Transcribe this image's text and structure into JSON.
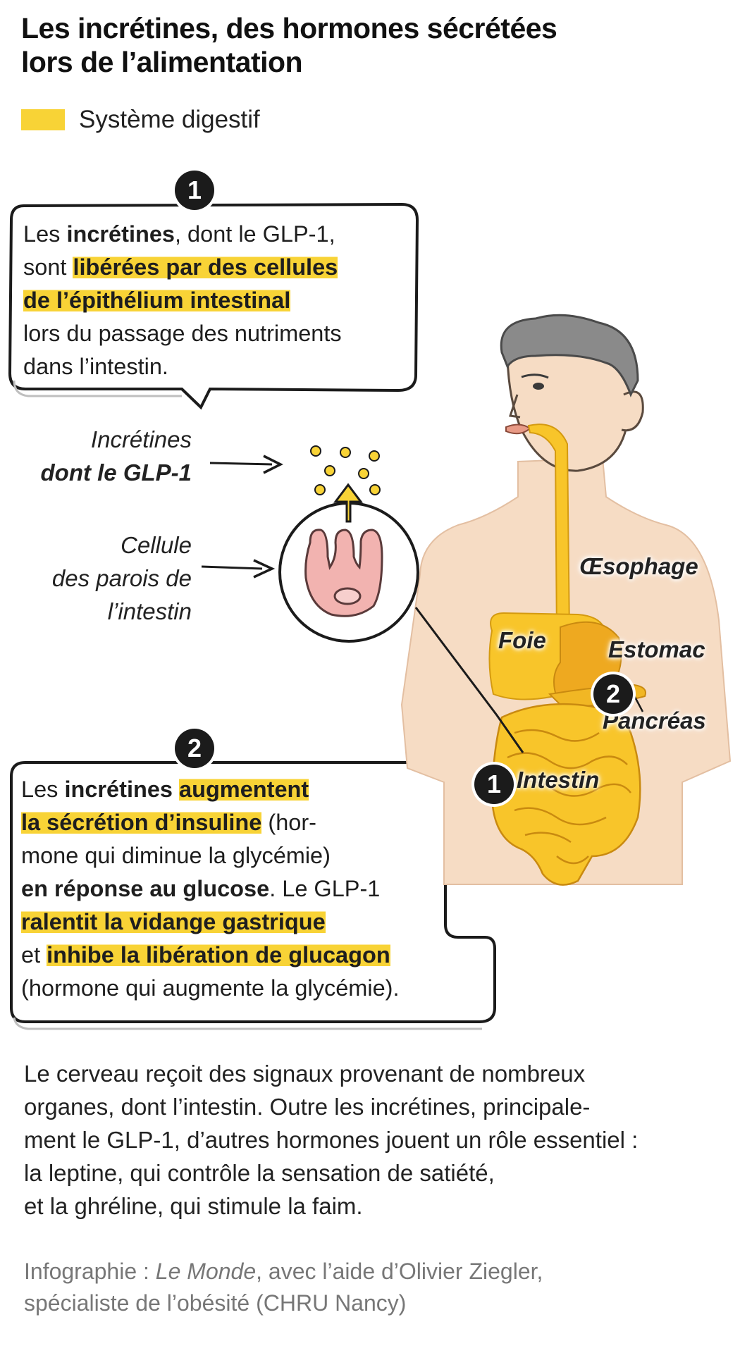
{
  "title_lines": [
    "Les incrétines, des hormones sécrétées",
    "lors de l’alimentation"
  ],
  "legend": {
    "label": "Système digestif",
    "color": "#f8d336"
  },
  "colors": {
    "digestive": "#f8d336",
    "skin": "#f6dcc4",
    "cell": "#f2b3b0",
    "hair": "#8a8a8a",
    "dark": "#1b1b1b"
  },
  "step1": {
    "badge": "1",
    "lines": [
      [
        {
          "t": "Les ",
          "b": false,
          "h": false
        },
        {
          "t": "incrétines",
          "b": true,
          "h": false
        },
        {
          "t": ", dont le GLP-1,",
          "b": false,
          "h": false
        }
      ],
      [
        {
          "t": "sont ",
          "b": false,
          "h": false
        },
        {
          "t": "libérées par des cellules",
          "b": true,
          "h": true
        }
      ],
      [
        {
          "t": "de l’épithélium intestinal",
          "b": true,
          "h": true
        }
      ],
      [
        {
          "t": "lors du passage des nutriments",
          "b": false,
          "h": false
        }
      ],
      [
        {
          "t": "dans l’intestin.",
          "b": false,
          "h": false
        }
      ]
    ]
  },
  "step2": {
    "badge": "2",
    "lines": [
      [
        {
          "t": "Les ",
          "b": false,
          "h": false
        },
        {
          "t": "incrétines",
          "b": true,
          "h": false
        },
        {
          "t": " ",
          "b": false,
          "h": false
        },
        {
          "t": "augmentent",
          "b": true,
          "h": true
        }
      ],
      [
        {
          "t": "la sécrétion d’insuline",
          "b": true,
          "h": true
        },
        {
          "t": " (hor-",
          "b": false,
          "h": false
        }
      ],
      [
        {
          "t": "mone qui diminue la glycémie)",
          "b": false,
          "h": false
        }
      ],
      [
        {
          "t": "en réponse au glucose",
          "b": true,
          "h": false
        },
        {
          "t": ". Le GLP-1",
          "b": false,
          "h": false
        }
      ],
      [
        {
          "t": "ralentit la vidange gastrique",
          "b": true,
          "h": true
        }
      ],
      [
        {
          "t": "et ",
          "b": false,
          "h": false
        },
        {
          "t": "inhibe la libération de glucagon",
          "b": true,
          "h": true
        }
      ],
      [
        {
          "t": "(hormone qui augmente la glycémie).",
          "b": false,
          "h": false
        }
      ]
    ]
  },
  "labels": {
    "incretines_line1": "Incrétines",
    "incretines_line2": "dont le GLP-1",
    "cellule": [
      "Cellule",
      "des parois de",
      "l’intestin"
    ]
  },
  "organs": {
    "oesophage": "Œsophage",
    "foie": "Foie",
    "estomac": "Estomac",
    "pancreas": "Pancréas",
    "intestin": "Intestin",
    "badge_pancreas": "2",
    "badge_intestin": "1"
  },
  "paragraph": [
    "Le cerveau reçoit des signaux provenant de nombreux",
    "organes, dont l’intestin. Outre les incrétines, principale-",
    "ment le GLP-1, d’autres hormones jouent un rôle essentiel :",
    "la leptine, qui contrôle la sensation de satiété,",
    "et la ghréline, qui stimule la faim."
  ],
  "credit": {
    "prefix": "Infographie : ",
    "source": "Le Monde",
    "rest": ", avec l’aide d’Olivier Ziegler,",
    "line2": "spécialiste de l’obésité (CHRU Nancy)"
  }
}
